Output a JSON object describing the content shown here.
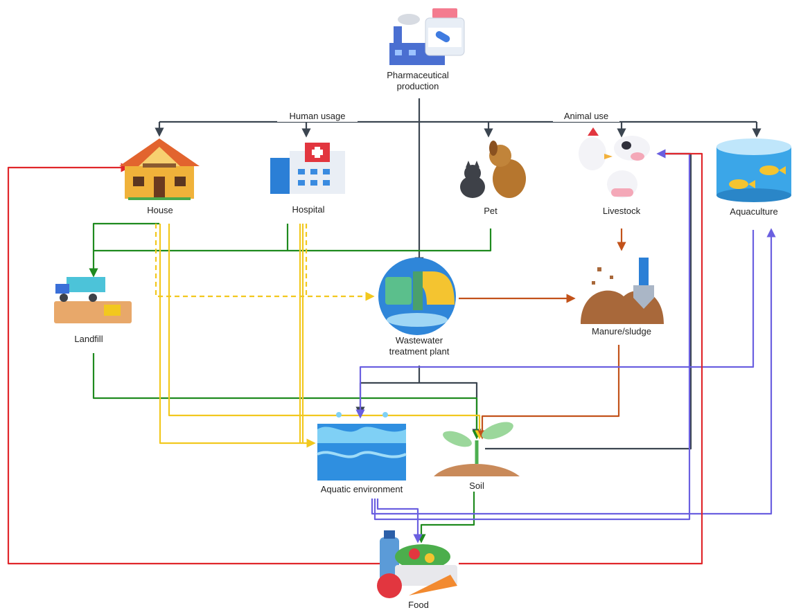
{
  "nodes": {
    "pharma": {
      "label_line1": "Pharmaceutical",
      "label_line2": "production"
    },
    "house": {
      "label": "House"
    },
    "hospital": {
      "label": "Hospital"
    },
    "pet": {
      "label": "Pet"
    },
    "livestock": {
      "label": "Livestock"
    },
    "aquaculture": {
      "label": "Aquaculture"
    },
    "landfill": {
      "label": "Landfill"
    },
    "wwtp": {
      "label_line1": "Wastewater",
      "label_line2": "treatment plant"
    },
    "manure": {
      "label": "Manure/sludge"
    },
    "aquatic": {
      "label": "Aquatic environment"
    },
    "soil": {
      "label": "Soil"
    },
    "food": {
      "label": "Food"
    }
  },
  "edge_labels": {
    "human_usage": "Human usage",
    "animal_use": "Animal use"
  },
  "colors": {
    "dark": "#3b4550",
    "green": "#1e8a1e",
    "yellow": "#f2c81e",
    "orange": "#c2521a",
    "purple": "#6a5fe0",
    "red": "#e0262a"
  }
}
